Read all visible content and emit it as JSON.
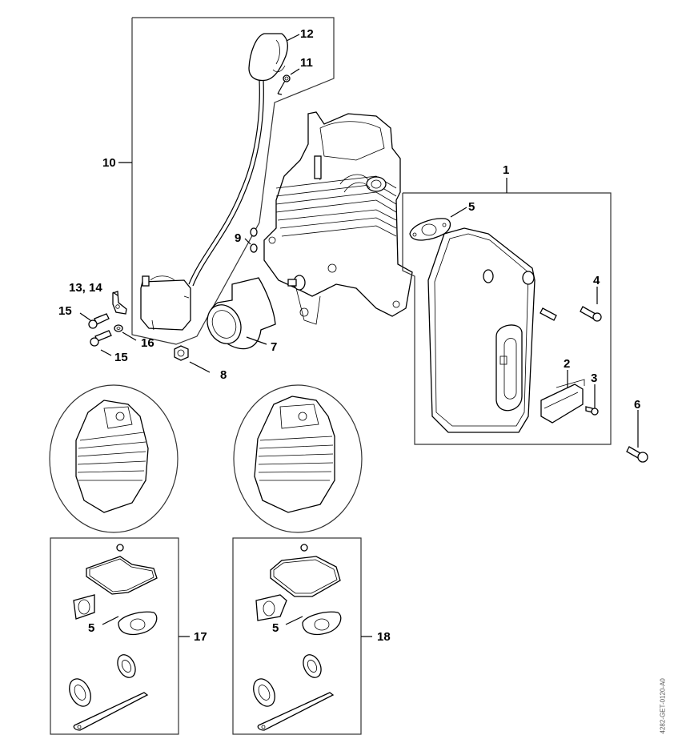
{
  "diagram": {
    "type": "exploded-parts-diagram",
    "reference_code": "4282-GET-0120-A0",
    "callouts": [
      {
        "id": "1",
        "label": "1"
      },
      {
        "id": "2",
        "label": "2"
      },
      {
        "id": "3",
        "label": "3"
      },
      {
        "id": "4",
        "label": "4"
      },
      {
        "id": "5a",
        "label": "5"
      },
      {
        "id": "5b",
        "label": "5"
      },
      {
        "id": "5c",
        "label": "5"
      },
      {
        "id": "6",
        "label": "6"
      },
      {
        "id": "7",
        "label": "7"
      },
      {
        "id": "8",
        "label": "8"
      },
      {
        "id": "9",
        "label": "9"
      },
      {
        "id": "10",
        "label": "10"
      },
      {
        "id": "11",
        "label": "11"
      },
      {
        "id": "12",
        "label": "12"
      },
      {
        "id": "13-14",
        "label": "13, 14"
      },
      {
        "id": "15a",
        "label": "15"
      },
      {
        "id": "15b",
        "label": "15"
      },
      {
        "id": "16",
        "label": "16"
      },
      {
        "id": "17",
        "label": "17"
      },
      {
        "id": "18",
        "label": "18"
      }
    ],
    "groups": {
      "muffler_kit": "1",
      "ignition_module_kit": "10",
      "gasket_set_a": "17",
      "gasket_set_b": "18"
    },
    "colors": {
      "line": "#000000",
      "background": "#ffffff"
    }
  }
}
